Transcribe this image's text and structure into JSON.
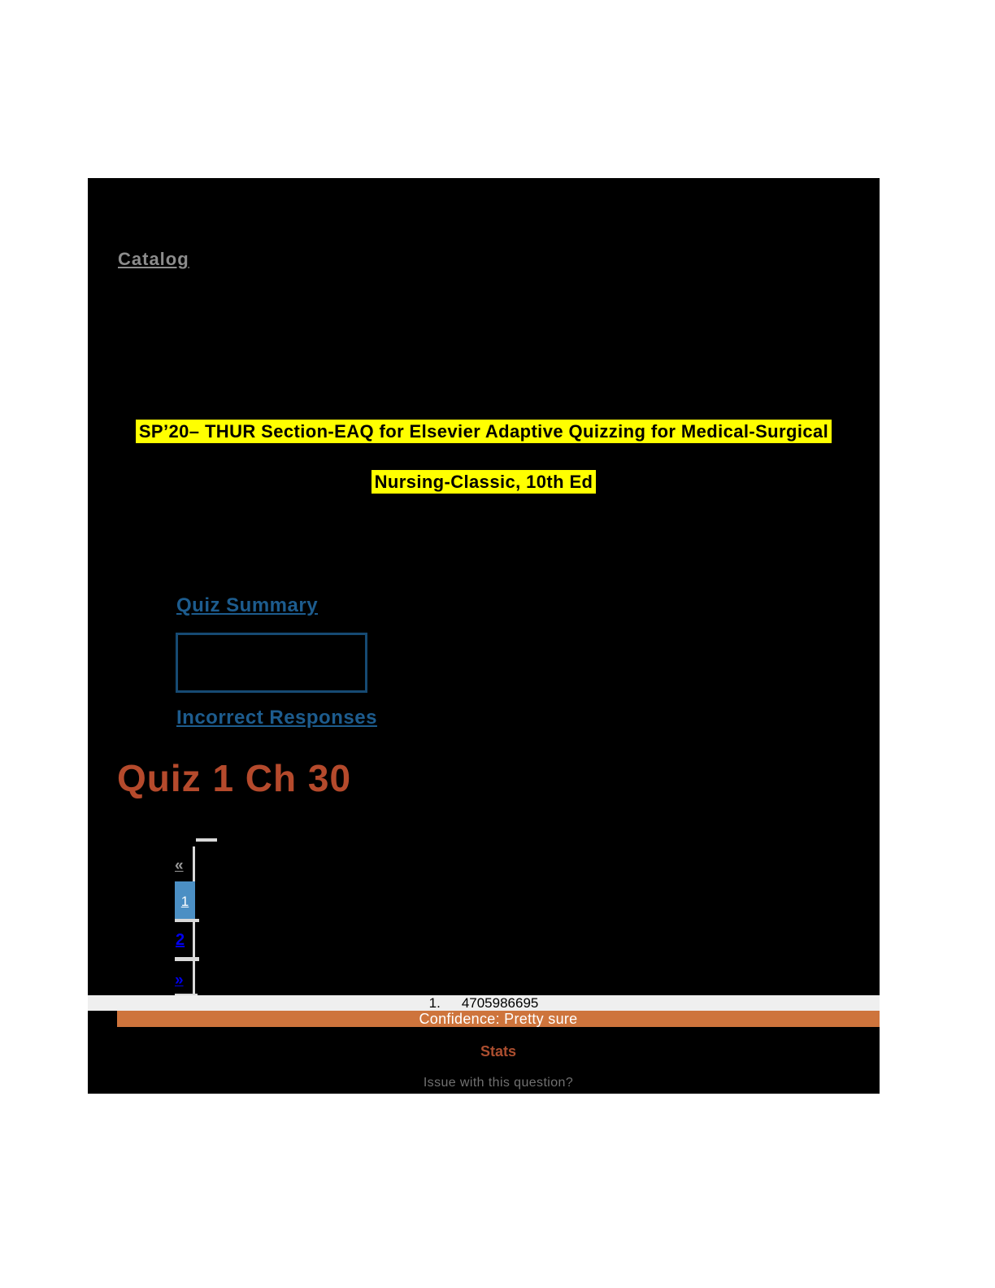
{
  "catalog": {
    "label": "Catalog"
  },
  "course_banner": {
    "line1": "SP’20– THUR Section-EAQ for Elsevier Adaptive Quizzing for Medical-Surgical",
    "line2": "Nursing-Classic, 10th Ed"
  },
  "quiz_links": {
    "summary_label": "Quiz Summary",
    "incorrect_label": "Incorrect Responses"
  },
  "quiz_title": "Quiz 1 Ch 30",
  "pagination": {
    "prev_label": "«",
    "pages": [
      {
        "label": "1",
        "selected": true
      },
      {
        "label": "2",
        "selected": false
      }
    ],
    "next_label": "»"
  },
  "question_bar": {
    "number": "1.",
    "id": "4705986695"
  },
  "confidence_bar": {
    "label": "Confidence: Pretty sure"
  },
  "stats": {
    "label": "Stats"
  },
  "issue": {
    "label": "Issue with this question?"
  },
  "colors": {
    "highlight_yellow": "#FFFF00",
    "link_blue": "#1D5C8E",
    "summary_box_border": "#164A73",
    "quiz_title_orange": "#B54A2C",
    "selected_page_blue": "#4B8FC4",
    "page_link_blue": "#0000EE",
    "confidence_bar_orange": "#CE743C",
    "stats_orange": "#AC4E2F",
    "catalog_gray": "#8C8C8C",
    "issue_gray": "#717171",
    "question_bar_bg": "#EFEFEF",
    "slide_background": "#000000"
  }
}
